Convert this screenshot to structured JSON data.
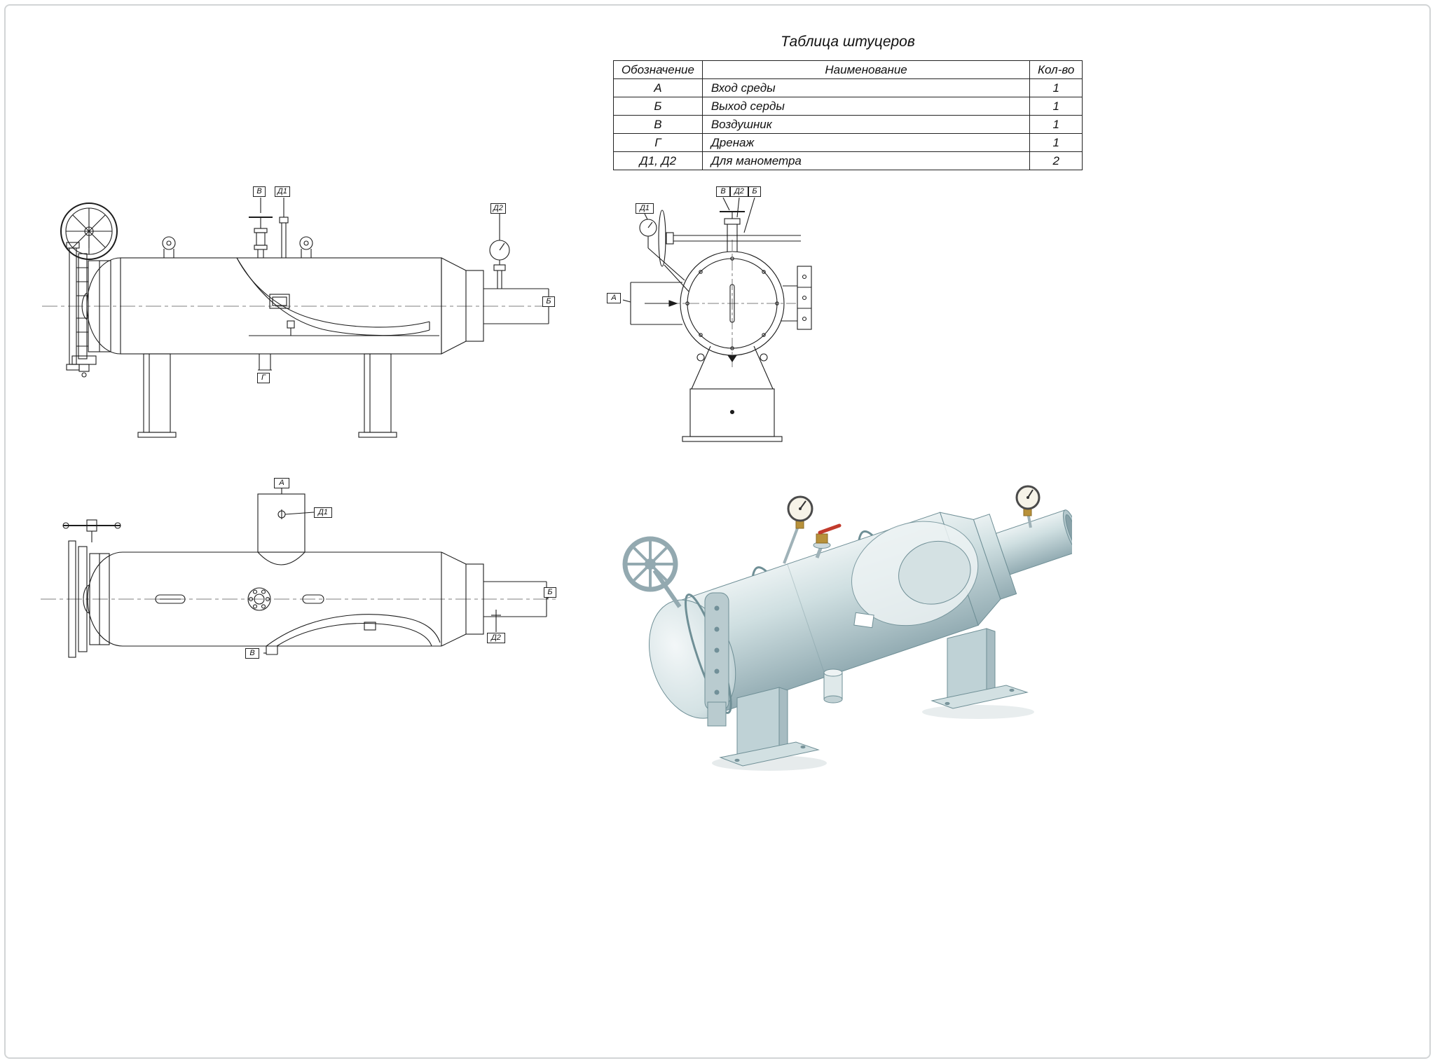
{
  "sheet": {
    "background": "#ffffff",
    "frame_color": "#d2d5d6",
    "ink": "#1a1a1a"
  },
  "table": {
    "title": "Таблица штуцеров",
    "headers": [
      "Обозначение",
      "Наименование",
      "Кол-во"
    ],
    "rows": [
      {
        "mark": "А",
        "name": "Вход среды",
        "qty": "1"
      },
      {
        "mark": "Б",
        "name": "Выход серды",
        "qty": "1"
      },
      {
        "mark": "В",
        "name": "Воздушник",
        "qty": "1"
      },
      {
        "mark": "Г",
        "name": "Дренаж",
        "qty": "1"
      },
      {
        "mark": "Д1, Д2",
        "name": "Для манометра",
        "qty": "2"
      }
    ]
  },
  "views": {
    "side": {
      "flags": {
        "air": "В",
        "gauge1": "Д1",
        "gauge2": "Д2",
        "outlet": "Б",
        "drain": "Г"
      }
    },
    "front": {
      "flags": {
        "gauge1": "Д1",
        "air": "В",
        "gauge2": "Д2",
        "outlet": "Б",
        "inlet": "А"
      }
    },
    "plan": {
      "flags": {
        "inlet": "А",
        "gauge1": "Д1",
        "air": "В",
        "gauge2": "Д2",
        "outlet": "Б"
      }
    }
  },
  "iso": {
    "colors": {
      "body": "#cfdfe1",
      "outline": "#6f8f96",
      "lever": "#c23b2c",
      "brass": "#b8913a"
    }
  }
}
